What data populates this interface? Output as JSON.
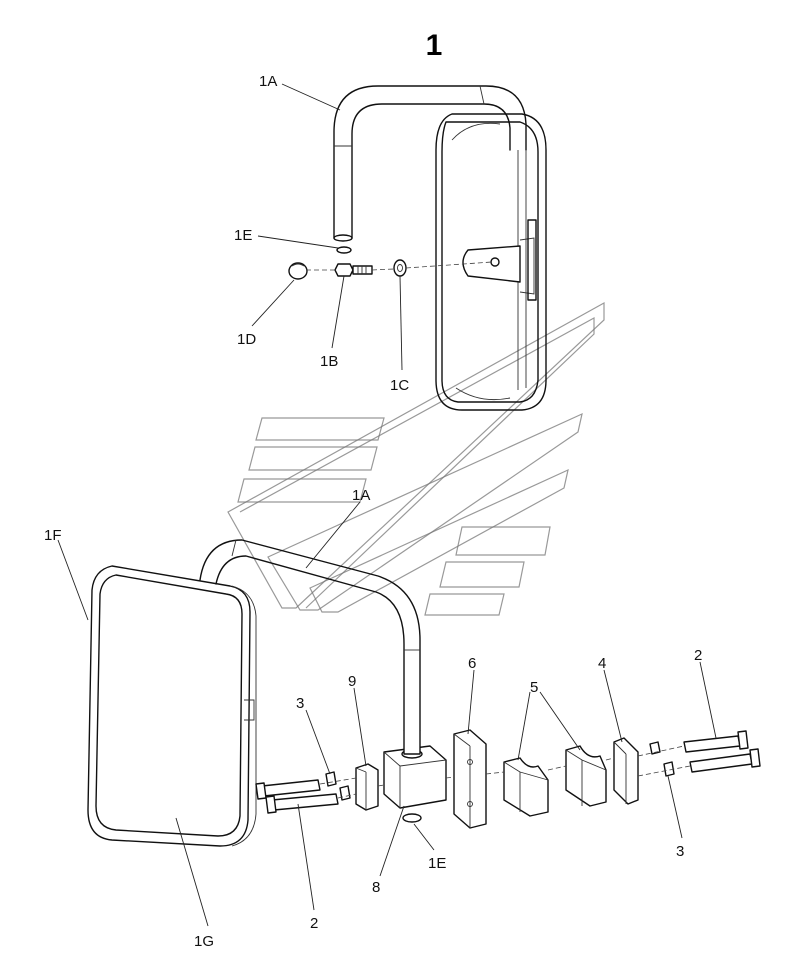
{
  "title": "1",
  "labels": {
    "l_1A_top": "1A",
    "l_1E_top": "1E",
    "l_1D": "1D",
    "l_1B": "1B",
    "l_1C": "1C",
    "l_1F": "1F",
    "l_1A_bottom": "1A",
    "l_9": "9",
    "l_6": "6",
    "l_5": "5",
    "l_4": "4",
    "l_2_right": "2",
    "l_3_left": "3",
    "l_3_right": "3",
    "l_8": "8",
    "l_1E_bottom": "1E",
    "l_2_bottom": "2",
    "l_1G": "1G"
  }
}
